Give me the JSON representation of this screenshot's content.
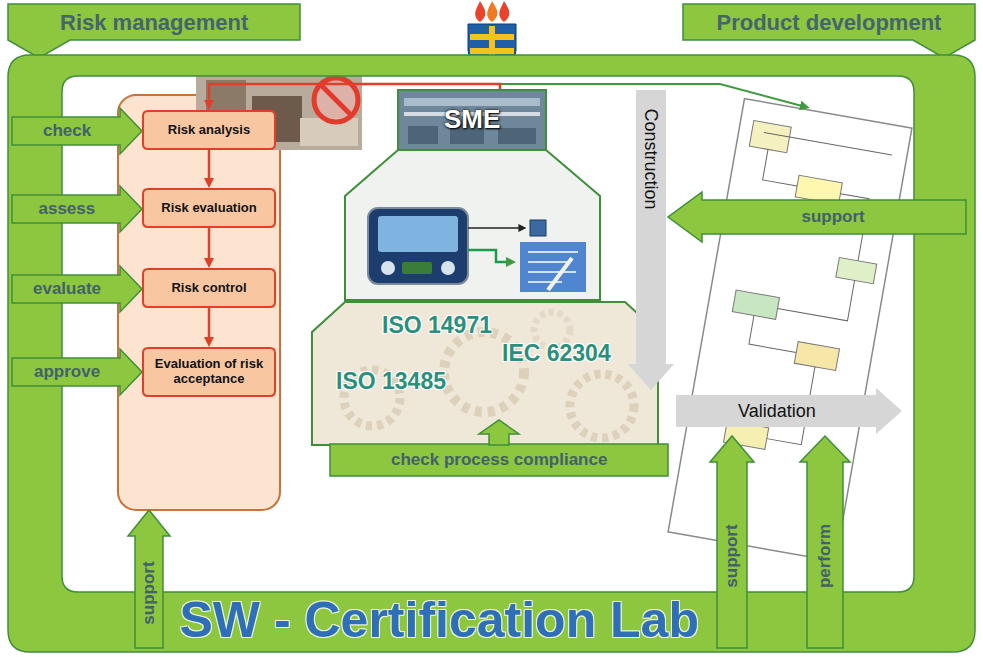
{
  "diagram": {
    "nodes": [
      {
        "text": [
          "Risk management"
        ]
      },
      {
        "text": [
          "Product development"
        ]
      },
      {
        "text": [
          "SW - Certification Lab"
        ]
      },
      {
        "text": [
          "check"
        ],
        "in": 2
      },
      {
        "text": [
          "Risk analysis"
        ],
        "in": 2
      },
      {
        "text": [
          "assess"
        ],
        "in": 2
      },
      {
        "text": [
          "Risk evaluation"
        ],
        "in": 2
      },
      {
        "text": [
          "evaluate"
        ],
        "in": 2
      },
      {
        "text": [
          "Risk control"
        ],
        "in": 2
      },
      {
        "text": [
          "approve"
        ],
        "in": 2
      },
      {
        "text": [
          "Evaluation of risk acceptance"
        ],
        "in": 2
      },
      {
        "text": [
          "SME"
        ],
        "in": 2
      },
      {
        "text": [
          "ISO 14971",
          "IEC 62304",
          "ISO 13485"
        ],
        "in": 2
      },
      {
        "text": [
          "support"
        ],
        "in": 2
      },
      {
        "text": [
          "check process compliance"
        ],
        "in": 2
      },
      {
        "text": [
          "Construction"
        ],
        "in": 2
      },
      {
        "text": [
          "support"
        ],
        "in": 2
      },
      {
        "text": [
          "Validation"
        ],
        "in": 2
      },
      {
        "text": [
          "support"
        ],
        "in": 2
      },
      {
        "text": [
          "perform"
        ],
        "in": 2
      }
    ],
    "edges": [
      {
        "from": 4,
        "to": 6,
        "arrow": "to"
      },
      {
        "from": 6,
        "to": 8,
        "arrow": "to"
      },
      {
        "from": 8,
        "to": 10,
        "arrow": "to"
      },
      {
        "from": 11,
        "to": 4,
        "arrow": "to"
      }
    ]
  }
}
